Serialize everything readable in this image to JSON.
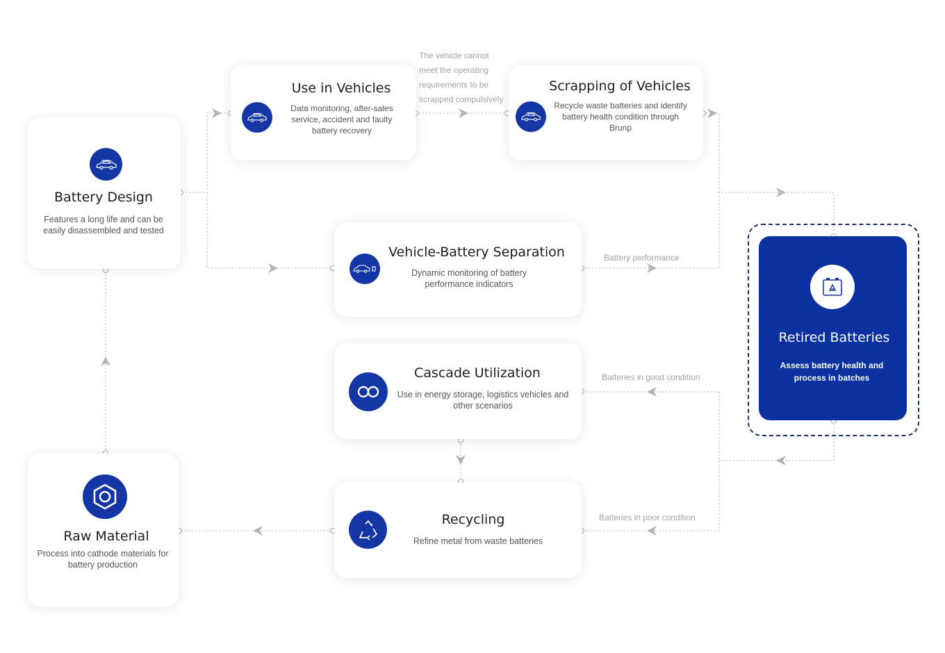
{
  "nodes": {
    "battery_design": {
      "title": "Battery Design",
      "desc": "Features a long life and can be easily disassembled and tested",
      "icon": "car-icon"
    },
    "use_in_vehicles": {
      "title": "Use in Vehicles",
      "desc": "Data monitoring, after-sales service,  accident and faulty battery recovery",
      "icon": "car-icon"
    },
    "scrapping": {
      "title": "Scrapping of Vehicles",
      "desc": "Recycle waste batteries and identify battery health condition through Brunp",
      "icon": "car-icon"
    },
    "separation": {
      "title": "Vehicle-Battery Separation",
      "desc": "Dynamic monitoring of battery performance indicators",
      "icon": "car-battery-icon"
    },
    "retired": {
      "title": "Retired Batteries",
      "desc": "Assess battery health and process in batches",
      "icon": "battery-recycle-icon"
    },
    "cascade": {
      "title": "Cascade Utilization",
      "desc": "Use in energy storage, logistics vehicles and other scenarios",
      "icon": "infinity-icon"
    },
    "recycling": {
      "title": "Recycling",
      "desc": "Refine metal from waste batteries",
      "icon": "recycle-icon"
    },
    "raw_material": {
      "title": "Raw Material",
      "desc": "Process into cathode materials for battery production",
      "icon": "hexagon-nut-icon"
    }
  },
  "edge_labels": {
    "scrap_reason": "The vehicle cannot meet the operating requirements to be scrapped compulsively",
    "battery_performance": "Battery performance",
    "good_condition": "Batteries in good condition",
    "poor_condition": "Batteries in poor condition"
  },
  "colors": {
    "primary": "#1436a5",
    "retired_bg": "#0b30a0",
    "connector": "#c4c4c4",
    "label": "#a3a3a3"
  }
}
